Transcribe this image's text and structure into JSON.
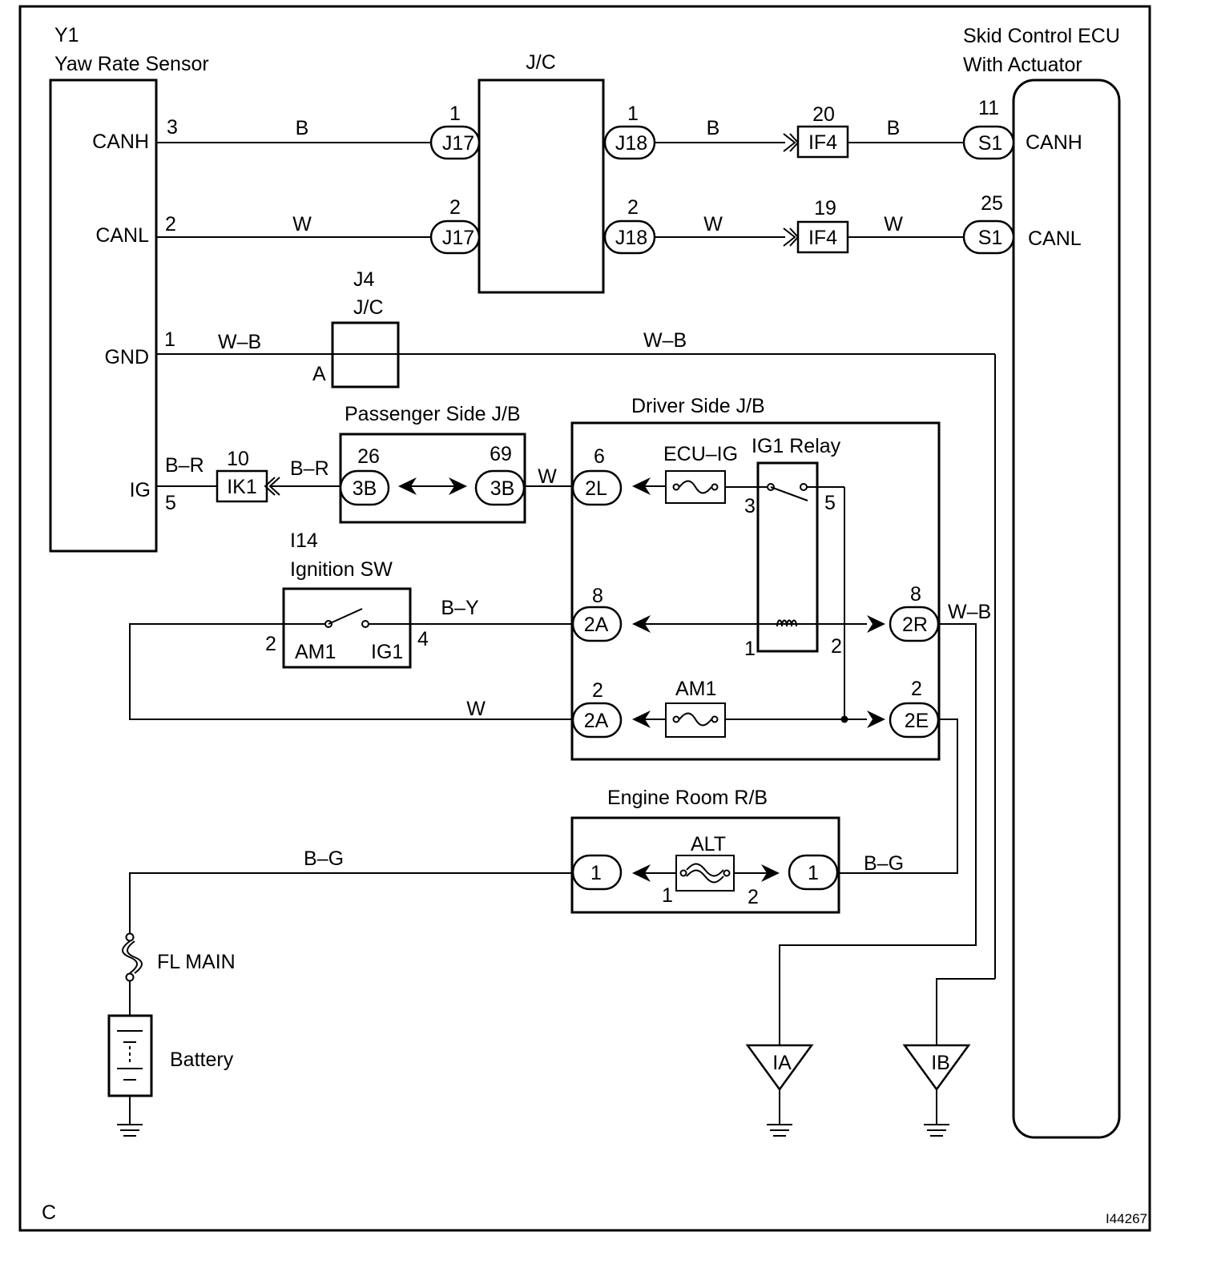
{
  "components": {
    "yaw_sensor": {
      "code": "Y1",
      "name": "Yaw Rate Sensor",
      "pins": {
        "canh": "CANH",
        "canl": "CANL",
        "gnd": "GND",
        "ig": "IG"
      },
      "pin_numbers": {
        "canh": "3",
        "canl": "2",
        "gnd": "1",
        "ig": "5"
      }
    },
    "jc_main": {
      "name": "J/C",
      "pin_left_1": "1",
      "pin_left_2": "2",
      "pin_right_1": "1",
      "pin_right_2": "2",
      "conn_left": "J17",
      "conn_right": "J18"
    },
    "skid_ecu": {
      "name_line1": "Skid Control ECU",
      "name_line2": "With Actuator",
      "pin_canh": "CANH",
      "pin_canl": "CANL",
      "pin_num_canh": "11",
      "pin_num_canl": "25",
      "conn": "S1"
    },
    "if4": {
      "conn": "IF4",
      "pin_top": "20",
      "pin_bottom": "19"
    },
    "j4": {
      "code": "J4",
      "name": "J/C",
      "pin": "A"
    },
    "passenger_jb": {
      "name": "Passenger Side J/B",
      "conn": "3B",
      "pin_left": "26",
      "pin_right": "69"
    },
    "ik1": {
      "conn": "IK1",
      "pin": "10"
    },
    "driver_jb": {
      "name": "Driver Side J/B",
      "ecu_ig_fuse": "ECU–IG",
      "ig1_relay": "IG1 Relay",
      "am1_fuse": "AM1",
      "conn_2l": "2L",
      "pin_2l": "6",
      "conn_2a_top": "2A",
      "pin_2a_top": "8",
      "conn_2a_bottom": "2A",
      "pin_2a_bottom": "2",
      "conn_2r": "2R",
      "pin_2r": "8",
      "conn_2e": "2E",
      "pin_2e": "2",
      "relay_pin_3": "3",
      "relay_pin_5": "5",
      "relay_pin_1": "1",
      "relay_pin_2": "2"
    },
    "ignition_sw": {
      "code": "I14",
      "name": "Ignition SW",
      "term_am1": "AM1",
      "term_ig1": "IG1",
      "pin_left": "2",
      "pin_right": "4"
    },
    "engine_rb": {
      "name": "Engine Room R/B",
      "fuse": "ALT",
      "conn_left": "1",
      "conn_right": "1",
      "pin_1": "1",
      "pin_2": "2"
    },
    "fl_main": {
      "name": "FL MAIN"
    },
    "battery": {
      "name": "Battery"
    },
    "grounds": {
      "ia": "IA",
      "ib": "IB"
    }
  },
  "wire_colors": {
    "canh_left": "B",
    "canh_mid": "B",
    "canh_right": "B",
    "canl_left": "W",
    "canl_mid": "W",
    "canl_right": "W",
    "gnd_left": "W–B",
    "gnd_right": "W–B",
    "ig_left": "B–R",
    "ig_mid": "B–R",
    "ig_jb": "W",
    "ign_out": "B–Y",
    "ign_in": "W",
    "relay_out": "W–B",
    "battery_line": "B–G",
    "alt_out": "B–G"
  },
  "footer": {
    "section": "C",
    "figure_id": "I44267"
  }
}
